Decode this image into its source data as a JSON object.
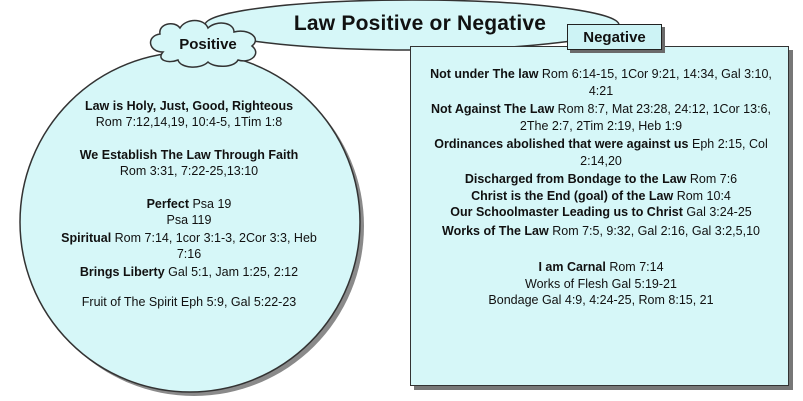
{
  "title": "Law Positive or Negative",
  "positive_label": "Positive",
  "negative_label": "Negative",
  "positive_items": [
    {
      "bold": "Law is Holy, Just, Good, Righteous",
      "ref": "Rom 7:12,14,19, 10:4-5, 1Tim 1:8"
    },
    {
      "bold": "We Establish The Law Through Faith",
      "ref": "Rom 3:31, 7:22-25,13:10"
    },
    {
      "bold": "Perfect",
      "ref": "Psa 19",
      "ref2": "Psa 119"
    },
    {
      "bold": "Spiritual",
      "ref": "Rom 7:14, 1cor 3:1-3, 2Cor 3:3, Heb 7:16"
    },
    {
      "bold": "Brings Liberty",
      "ref": "Gal 5:1, Jam 1:25, 2:12"
    },
    {
      "text": "Fruit of The Spirit Eph 5:9, Gal 5:22-23"
    }
  ],
  "negative_items": [
    {
      "bold": "Not under The law",
      "ref": "Rom 6:14-15, 1Cor 9:21, 14:34, Gal 3:10, 4:21"
    },
    {
      "bold": "Not Against The Law",
      "ref": "Rom 8:7, Mat 23:28, 24:12, 1Cor 13:6, 2The 2:7, 2Tim 2:19, Heb 1:9"
    },
    {
      "bold": "Ordinances abolished that were against us",
      "ref": "Eph 2:15, Col 2:14,20"
    },
    {
      "bold": "Discharged from Bondage to the Law",
      "ref": "Rom 7:6"
    },
    {
      "bold": "Christ is the End (goal) of the Law",
      "ref": "Rom 10:4"
    },
    {
      "bold": "Our Schoolmaster Leading us to Christ",
      "ref": "Gal 3:24-25"
    },
    {
      "bold": "Works of The Law",
      "ref": "Rom 7:5, 9:32, Gal 2:16, Gal 3:2,5,10"
    },
    {
      "bold": "I am Carnal",
      "ref": "Rom 7:14"
    },
    {
      "text": "Works of Flesh Gal 5:19-21"
    },
    {
      "text": "Bondage Gal 4:9, 4:24-25, Rom 8:15, 21"
    }
  ],
  "colors": {
    "fill": "#d6f7f8",
    "outline": "#333333",
    "shadow": "#777777"
  }
}
